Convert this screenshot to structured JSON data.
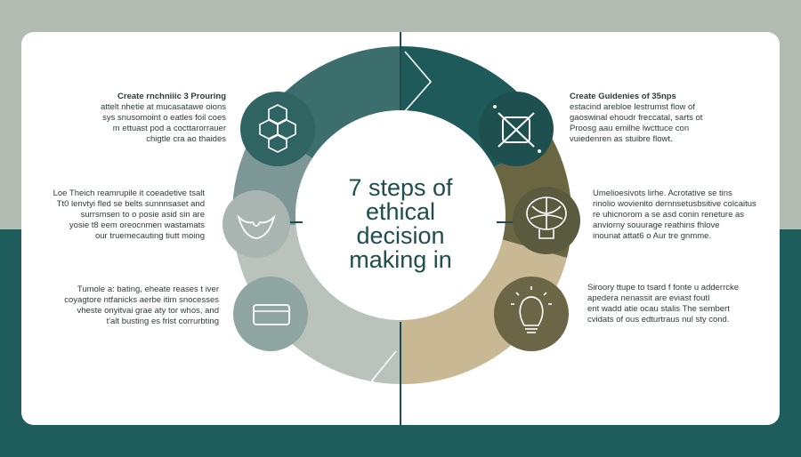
{
  "center_title": {
    "line1": "7 steps of",
    "line2": "ethical",
    "line3": "decision",
    "line4": "making in"
  },
  "colors": {
    "top_band": "#b3bcb3",
    "bottom_band": "#1f5d5c",
    "ring_dark_teal": "#1f5a5a",
    "ring_mid_teal": "#3d6e6e",
    "ring_gray_teal": "#7d9696",
    "ring_light_gray": "#b9c2bb",
    "ring_olive": "#6b6642",
    "ring_tan": "#c8b894"
  },
  "icons": [
    {
      "name": "cubes-icon"
    },
    {
      "name": "puzzle-x-icon"
    },
    {
      "name": "hands-icon"
    },
    {
      "name": "brain-icon"
    },
    {
      "name": "card-icon"
    },
    {
      "name": "lightbulb-icon"
    }
  ],
  "left_blocks": [
    {
      "heading": "Create rnchniiic 3 Prouring",
      "lines": [
        "attelt nhetie at mucasatawe oions",
        "sys snusomoint o eatles foil coes",
        "m ettuast pod a cocttarorrauer",
        "chigtle cra ao thaides"
      ]
    },
    {
      "heading": "",
      "lines": [
        "Loe Theich reamrupile it coeadetive tsalt",
        "Tt0 lenvtyi fled se belts sunnnsaset and",
        "surrsmsen to o posie asid sin are",
        "yosie t8 eem oreocnmen wastamats",
        "our truemecauting tiutt moing"
      ]
    },
    {
      "heading": "",
      "lines": [
        "Tumole a: bating, eheate reases t iver",
        "coyagtore ntfanicks aerbe itim snocesses",
        "vheste onyitvai grae aty tor whos, and",
        "t'alt busting es frist corrurbting"
      ]
    }
  ],
  "right_blocks": [
    {
      "heading": "Create Guidenies of 35nps",
      "lines": [
        "estacind arebloe lestrumst flow of",
        "gaoswinal ehoudr freccatal, sarts ot",
        "Proosg aau emilhe lwcttuce con",
        "vuiedenren as stuibre flowt."
      ]
    },
    {
      "heading": "",
      "lines": [
        "Umelioesivots lirhe. Acrotative se tins",
        "rinolio wovienito dernnsetusbsitive colcaitus",
        "re uhicnorom a se asd conin reneture as",
        "anviorny souurage reathins fhlove",
        "inounat attat6 o Aur tre gnmme."
      ]
    },
    {
      "heading": "",
      "lines": [
        "Siroory ttupe to tsard f fonte u adderrcke",
        "apedera nenassit are eviast foutl",
        "ent wadd atie ocau stalis The sembert",
        "cvidats of ous edturtraus nul sty cond."
      ]
    }
  ]
}
